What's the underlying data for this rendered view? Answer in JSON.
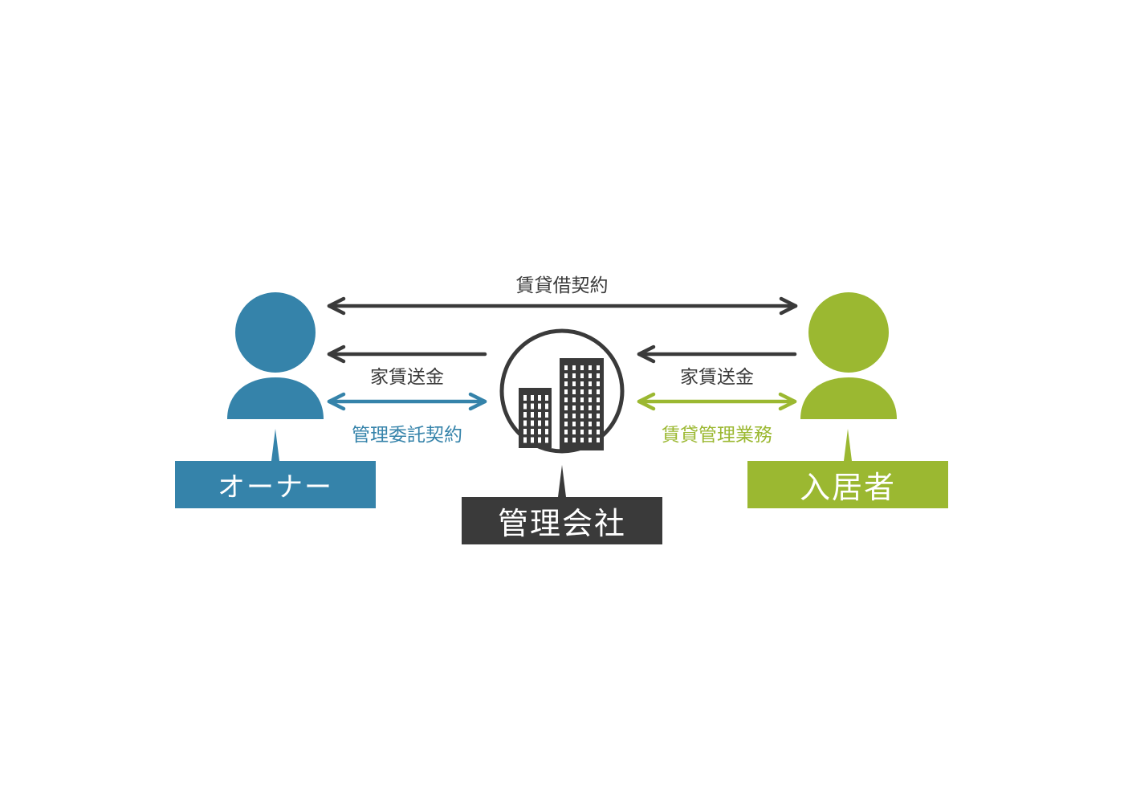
{
  "colors": {
    "owner": "#3583aa",
    "management": "#3a3a3a",
    "tenant": "#9bb831",
    "arrow": "#3a3a3a",
    "background": "#ffffff"
  },
  "icons": {
    "owner": "person-icon",
    "management": "building-icon",
    "tenant": "person-icon"
  },
  "labels": {
    "lease_contract": "賃貸借契約",
    "rent_transfer_left": "家賃送金",
    "rent_transfer_right": "家賃送金",
    "management_contract": "管理委託契約",
    "rental_management": "賃貸管理業務"
  },
  "nodes": {
    "owner": "オーナー",
    "management": "管理会社",
    "tenant": "入居者"
  }
}
